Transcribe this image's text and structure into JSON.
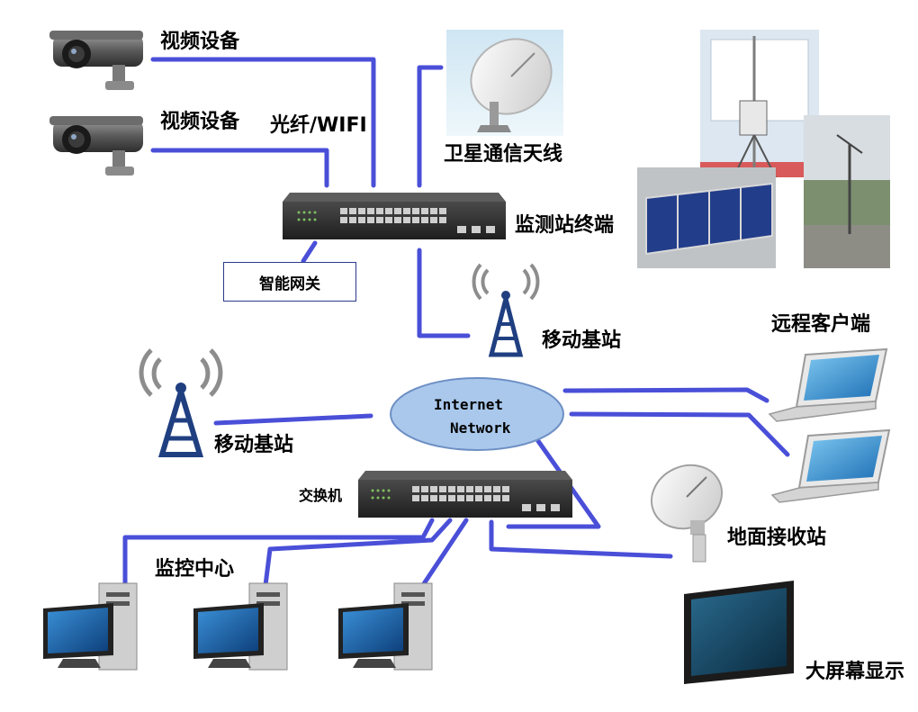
{
  "labels": {
    "video1": "视频设备",
    "video2": "视频设备",
    "fiber": "光纤/WIFI",
    "satellite": "卫星通信天线",
    "terminal": "监测站终端",
    "gateway": "智能网关",
    "base_station_top": "移动基站",
    "base_station_left": "移动基站",
    "remote_client": "远程客户端",
    "switch": "交换机",
    "monitor_center": "监控中心",
    "ground_station": "地面接收站",
    "big_screen": "大屏幕显示",
    "internet_line1": "Internet",
    "internet_line2": "Network"
  },
  "colors": {
    "link": "#4a4fd8",
    "cloud_fill": "#a9c8ec",
    "cloud_stroke": "#6d8fc4",
    "tower": "#1f3f80"
  }
}
